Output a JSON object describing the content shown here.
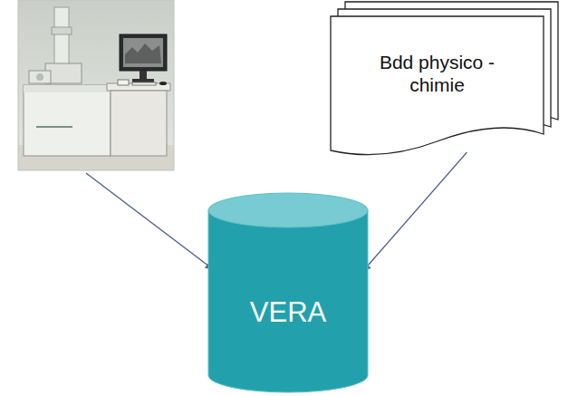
{
  "diagram": {
    "nodes": [
      {
        "text": [
          "Bdd physico - chimie"
        ]
      },
      {
        "text": [
          "VERA"
        ]
      }
    ],
    "edges": [
      {
        "from": 0,
        "to": 1,
        "arrow": "to"
      }
    ]
  }
}
